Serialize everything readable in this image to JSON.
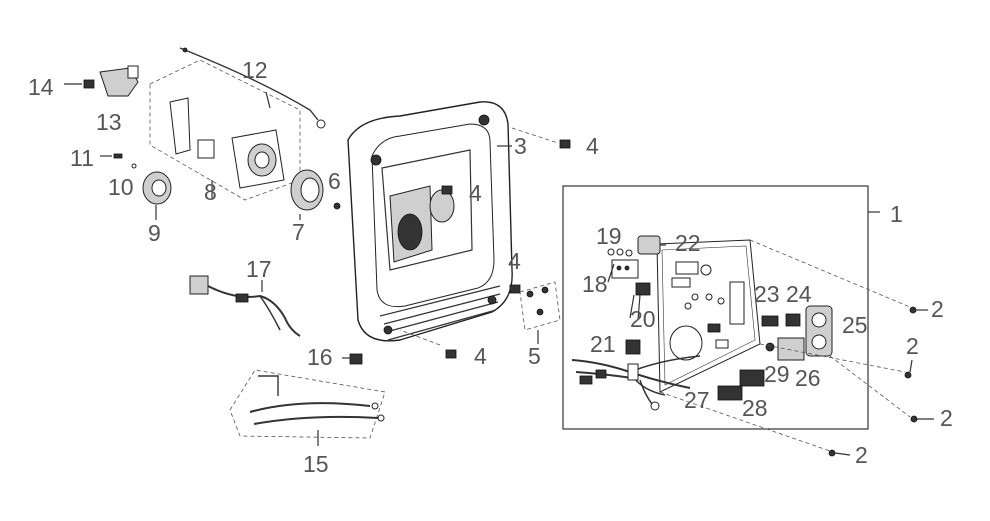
{
  "diagram": {
    "callouts": [
      {
        "id": "c1",
        "text": "1"
      },
      {
        "id": "c2a",
        "text": "2"
      },
      {
        "id": "c2b",
        "text": "2"
      },
      {
        "id": "c2c",
        "text": "2"
      },
      {
        "id": "c2d",
        "text": "2"
      },
      {
        "id": "c3",
        "text": "3"
      },
      {
        "id": "c4a",
        "text": "4"
      },
      {
        "id": "c4b",
        "text": "4"
      },
      {
        "id": "c4c",
        "text": "4"
      },
      {
        "id": "c4d",
        "text": "4"
      },
      {
        "id": "c5",
        "text": "5"
      },
      {
        "id": "c6",
        "text": "6"
      },
      {
        "id": "c7",
        "text": "7"
      },
      {
        "id": "c8",
        "text": "8"
      },
      {
        "id": "c9",
        "text": "9"
      },
      {
        "id": "c10",
        "text": "10"
      },
      {
        "id": "c11",
        "text": "11"
      },
      {
        "id": "c12",
        "text": "12"
      },
      {
        "id": "c13",
        "text": "13"
      },
      {
        "id": "c14",
        "text": "14"
      },
      {
        "id": "c15",
        "text": "15"
      },
      {
        "id": "c16",
        "text": "16"
      },
      {
        "id": "c17",
        "text": "17"
      },
      {
        "id": "c18",
        "text": "18"
      },
      {
        "id": "c19",
        "text": "19"
      },
      {
        "id": "c20",
        "text": "20"
      },
      {
        "id": "c21",
        "text": "21"
      },
      {
        "id": "c22",
        "text": "22"
      },
      {
        "id": "c23",
        "text": "23"
      },
      {
        "id": "c24",
        "text": "24"
      },
      {
        "id": "c25",
        "text": "25"
      },
      {
        "id": "c26",
        "text": "26"
      },
      {
        "id": "c27",
        "text": "27"
      },
      {
        "id": "c28",
        "text": "28"
      },
      {
        "id": "c29",
        "text": "29"
      }
    ]
  }
}
